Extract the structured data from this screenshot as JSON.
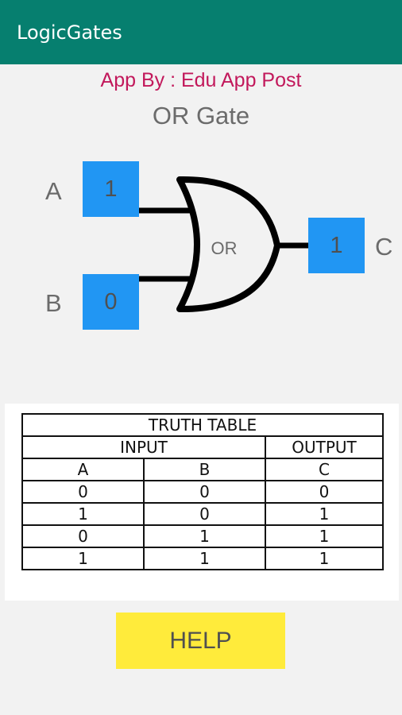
{
  "app_bar": {
    "title": "LogicGates"
  },
  "credit": "App By : Edu App Post",
  "gate": {
    "title": "OR Gate",
    "symbol_label": "OR",
    "input_a": {
      "label": "A",
      "value": "1"
    },
    "input_b": {
      "label": "B",
      "value": "0"
    },
    "output_c": {
      "label": "C",
      "value": "1"
    }
  },
  "truth_table": {
    "title": "TRUTH TABLE",
    "input_header": "INPUT",
    "output_header": "OUTPUT",
    "columns": [
      "A",
      "B",
      "C"
    ],
    "rows": [
      [
        "0",
        "0",
        "0"
      ],
      [
        "1",
        "0",
        "1"
      ],
      [
        "0",
        "1",
        "1"
      ],
      [
        "1",
        "1",
        "1"
      ]
    ]
  },
  "help_button": {
    "label": "HELP"
  },
  "colors": {
    "app_bar": "#067f6f",
    "credit_text": "#c2185b",
    "bit_button": "#2196f3",
    "help_button": "#ffeb3b"
  }
}
